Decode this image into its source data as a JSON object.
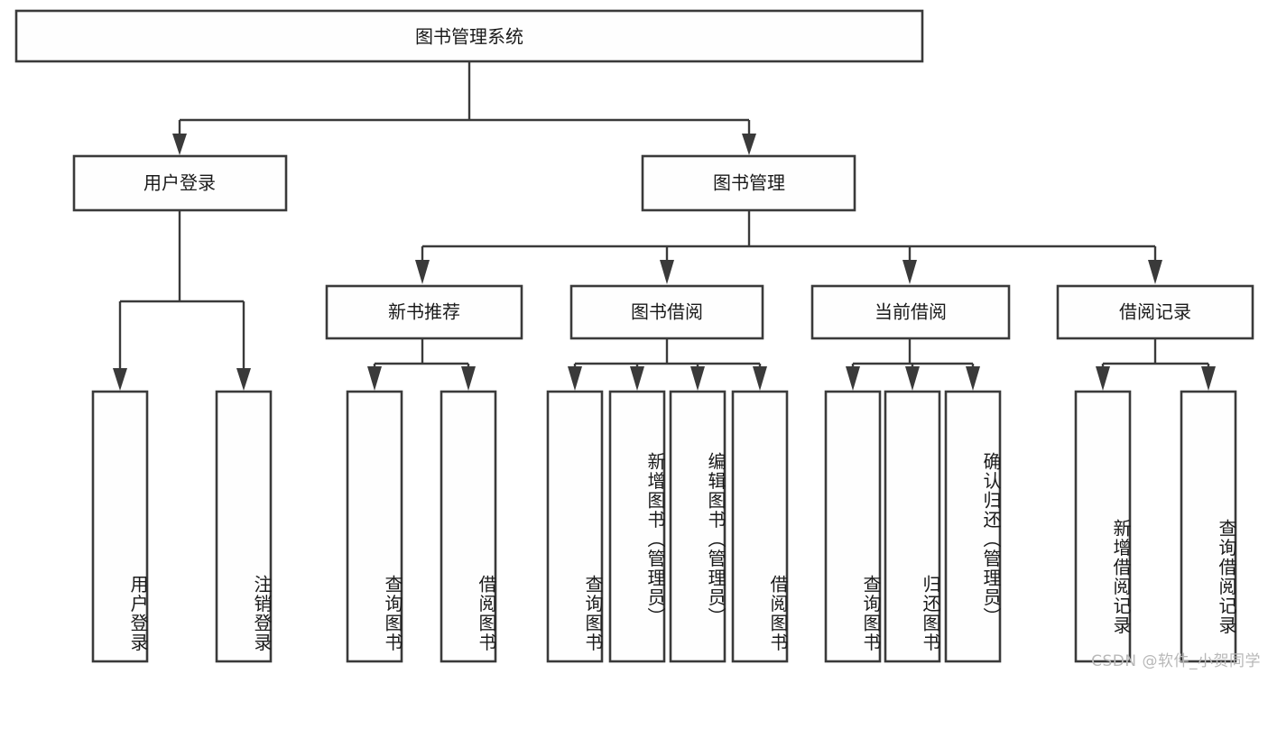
{
  "diagram": {
    "type": "tree-hierarchy-chart",
    "title": "图书管理系统",
    "colors": {
      "box_stroke": "#3a3a3a",
      "box_fill": "#fefefe",
      "text": "#1a1a1a",
      "background": "#ffffff",
      "watermark": "#b8b8b8"
    },
    "levels": {
      "level1": [
        {
          "id": "root",
          "label": "图书管理系统",
          "orientation": "horizontal"
        }
      ],
      "level2": [
        {
          "id": "user-login",
          "label": "用户登录",
          "orientation": "horizontal"
        },
        {
          "id": "book-management",
          "label": "图书管理",
          "orientation": "horizontal"
        }
      ],
      "level3": [
        {
          "id": "new-book-recommend",
          "label": "新书推荐",
          "orientation": "horizontal"
        },
        {
          "id": "book-borrow",
          "label": "图书借阅",
          "orientation": "horizontal"
        },
        {
          "id": "current-borrow",
          "label": "当前借阅",
          "orientation": "horizontal"
        },
        {
          "id": "borrow-record",
          "label": "借阅记录",
          "orientation": "horizontal"
        }
      ],
      "level4": [
        {
          "id": "leaf-user-login",
          "label": "用户登录",
          "parent": "user-login",
          "orientation": "vertical"
        },
        {
          "id": "leaf-logout-login",
          "label": "注销登录",
          "parent": "user-login",
          "orientation": "vertical"
        },
        {
          "id": "leaf-query-book-1",
          "label": "查询图书",
          "parent": "new-book-recommend",
          "orientation": "vertical"
        },
        {
          "id": "leaf-borrow-book-1",
          "label": "借阅图书",
          "parent": "new-book-recommend",
          "orientation": "vertical"
        },
        {
          "id": "leaf-query-book-2",
          "label": "查询图书",
          "parent": "book-borrow",
          "orientation": "vertical"
        },
        {
          "id": "leaf-add-book",
          "label": "新增图书（管理员）",
          "parent": "book-borrow",
          "orientation": "vertical"
        },
        {
          "id": "leaf-edit-book",
          "label": "编辑图书（管理员）",
          "parent": "book-borrow",
          "orientation": "vertical"
        },
        {
          "id": "leaf-borrow-book-2",
          "label": "借阅图书",
          "parent": "book-borrow",
          "orientation": "vertical"
        },
        {
          "id": "leaf-query-book-3",
          "label": "查询图书",
          "parent": "current-borrow",
          "orientation": "vertical"
        },
        {
          "id": "leaf-return-book",
          "label": "归还图书",
          "parent": "current-borrow",
          "orientation": "vertical"
        },
        {
          "id": "leaf-confirm-return",
          "label": "确认归还（管理员）",
          "parent": "current-borrow",
          "orientation": "vertical"
        },
        {
          "id": "leaf-add-record",
          "label": "新增借阅记录",
          "parent": "borrow-record",
          "orientation": "vertical"
        },
        {
          "id": "leaf-query-record",
          "label": "查询借阅记录",
          "parent": "borrow-record",
          "orientation": "vertical"
        }
      ]
    },
    "watermark": "CSDN @软件_小贺同学"
  }
}
